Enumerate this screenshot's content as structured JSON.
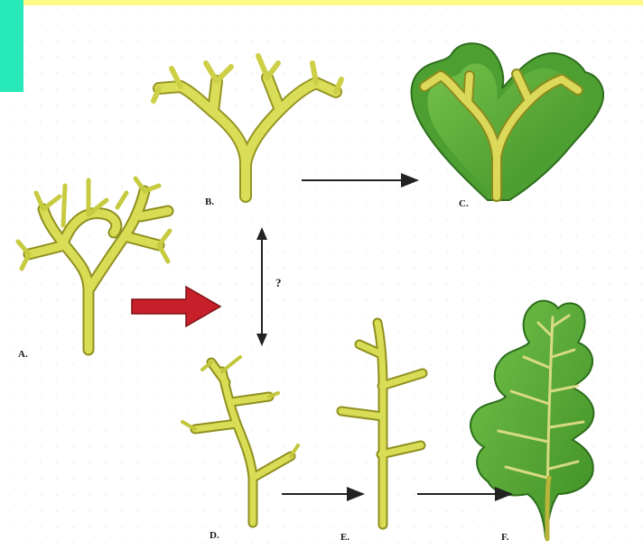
{
  "labels": {
    "a": "A.",
    "b": "B.",
    "c": "C.",
    "d": "D.",
    "e": "E.",
    "f": "F."
  },
  "question_mark": "?",
  "colors": {
    "top_bar": "#fffb86",
    "side_tab": "#27e9ba",
    "branch_yellow": "#d9dd55",
    "branch_dark": "#9a9b24",
    "lamina_green": "#5fae3a",
    "lamina_dark": "#2f7a1c",
    "red_arrow": "#c8202a"
  }
}
